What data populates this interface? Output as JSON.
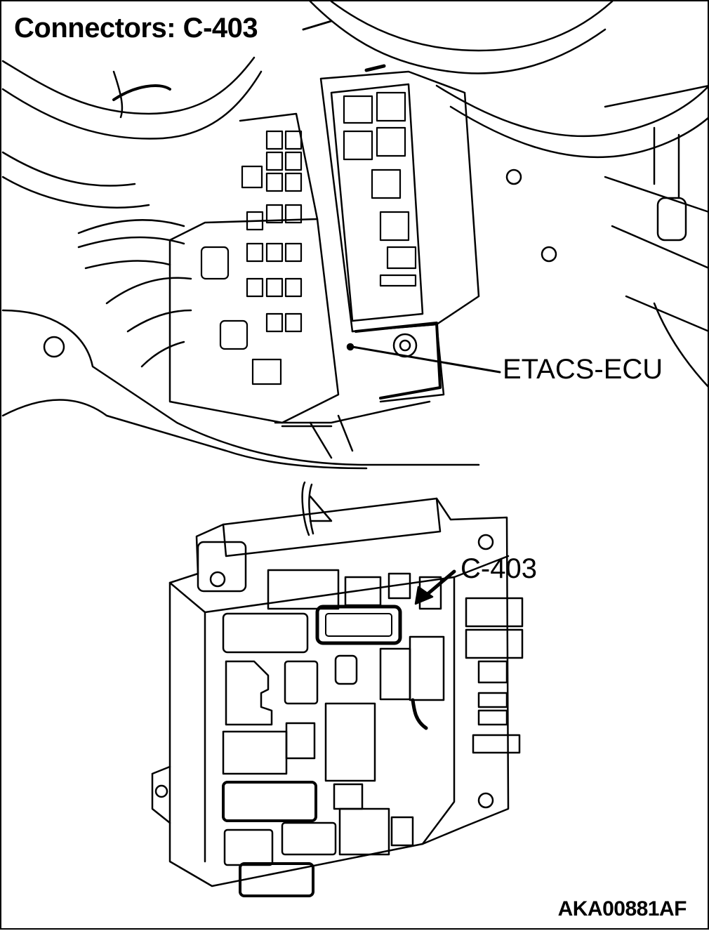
{
  "title": "Connectors: C-403",
  "callouts": {
    "ecu": "ETACS-ECU",
    "connector": "C-403"
  },
  "figure_code": "AKA00881AF"
}
